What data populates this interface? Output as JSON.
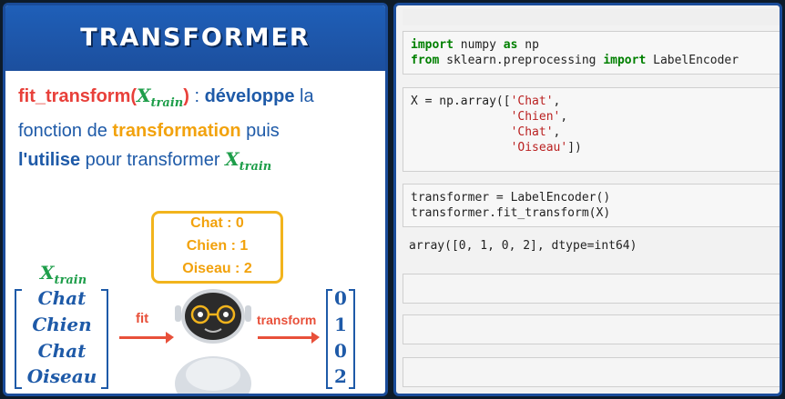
{
  "slide": {
    "title": "TRANSFORMER",
    "description": {
      "fn_name": "fit_transform(",
      "x_var": "X",
      "x_sub": "train",
      "fn_close": ")",
      "colon": " : ",
      "verb1": "développe",
      "text1": " la",
      "text2": "fonction de ",
      "transformation": "transformation",
      "text3": " puis",
      "verb2": "l'utilise",
      "text4": " pour transformer ",
      "x_var2": "X",
      "x_sub2": "train"
    },
    "mapping": [
      "Chat : 0",
      "Chien   : 1",
      "Oiseau : 2"
    ],
    "xtrain_label": "X",
    "xtrain_sub": "train",
    "input_vector": [
      "Chat",
      "Chien",
      "Chat",
      "Oiseau"
    ],
    "fit_label": "fit",
    "transform_label": "transform",
    "output_vector": [
      "0",
      "1",
      "0",
      "2"
    ],
    "colors": {
      "blue": "#1e5aa8",
      "red": "#e8403a",
      "orange": "#f2a20d",
      "green": "#1e9e4a",
      "banner": "#1f5fb8"
    }
  },
  "notebook": {
    "cell1": {
      "kw1": "import",
      "t1": " numpy ",
      "kw2": "as",
      "t2": " np",
      "kw3": "from",
      "t3": " sklearn.preprocessing ",
      "kw4": "import",
      "t4": " LabelEncoder"
    },
    "cell2": {
      "line1_pre": "X = np.array([",
      "s1": "'Chat'",
      "c1": ",",
      "s2": "'Chien'",
      "c2": ",",
      "s3": "'Chat'",
      "c3": ",",
      "s4": "'Oiseau'",
      "end": "])"
    },
    "cell3": {
      "line1": "transformer = LabelEncoder()",
      "line2": "transformer.fit_transform(X)"
    },
    "output": "array([0, 1, 0, 2], dtype=int64)"
  }
}
